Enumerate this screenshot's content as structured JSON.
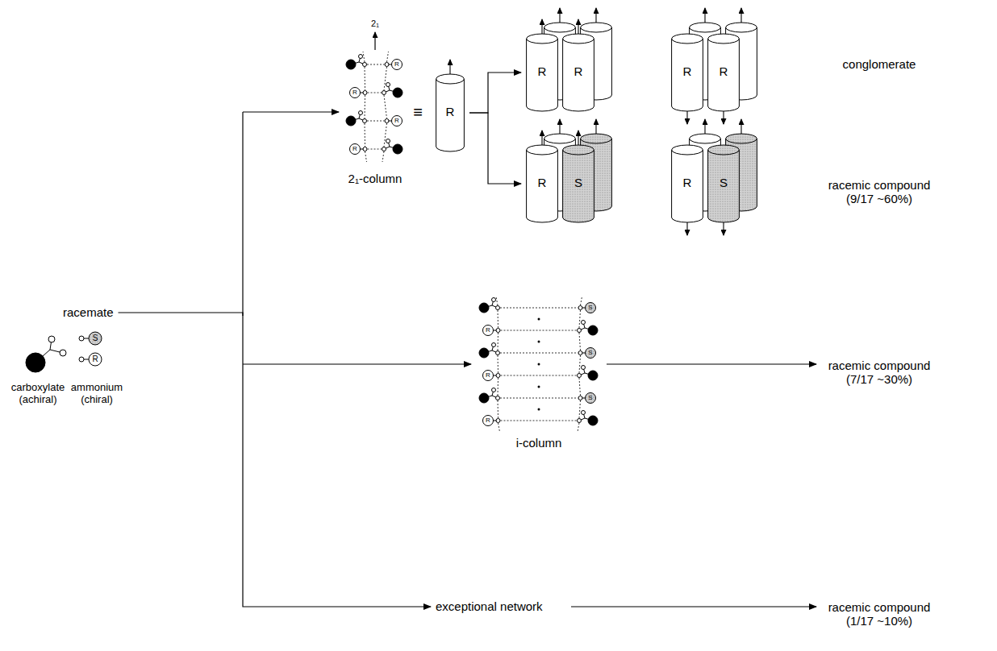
{
  "diagram": {
    "nodes": [
      {
        "text": [
          "racemate"
        ]
      },
      {
        "text": [
          "R"
        ]
      },
      {
        "text": [
          "R"
        ]
      },
      {
        "text": [
          "R"
        ]
      },
      {
        "text": [
          "R"
        ]
      },
      {
        "text": [
          "R"
        ]
      },
      {
        "text": [
          "R"
        ]
      },
      {
        "text": [
          "S"
        ]
      },
      {
        "text": [
          "R"
        ]
      },
      {
        "text": [
          "S"
        ]
      },
      {
        "text": [
          "exceptional network"
        ]
      }
    ],
    "edges": [
      {
        "from": 1,
        "to": 2,
        "arrow": "to"
      },
      {
        "from": 1,
        "to": 6,
        "arrow": "to"
      },
      {
        "from": 0,
        "to": 10,
        "arrow": "to"
      }
    ],
    "labels": [
      "2₁",
      "R",
      "R",
      "R",
      "R",
      "≡",
      "2₁-column",
      "conglomerate",
      "racemic compound (9/17 ~60%)",
      "S",
      "R",
      "S",
      "R",
      "S",
      "R",
      "i-column",
      "racemic compound (7/17 ~30%)",
      "S",
      "R",
      "carboxylate (achiral)",
      "ammonium (chiral)",
      "racemic compound (1/17 ~10%)"
    ]
  }
}
